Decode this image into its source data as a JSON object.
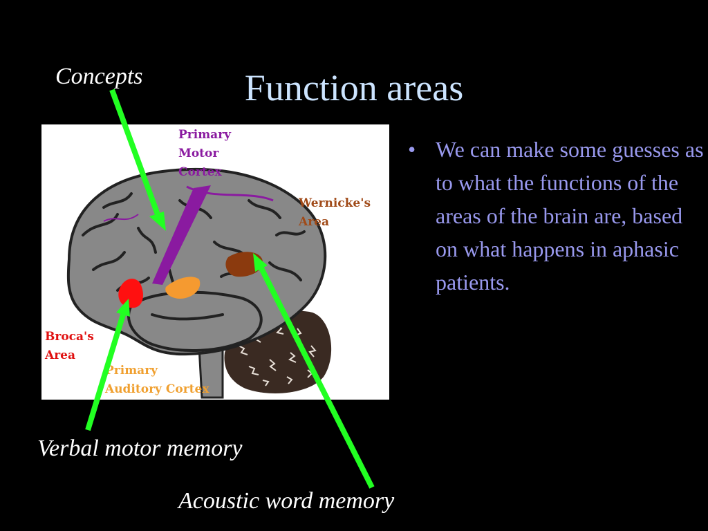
{
  "slide": {
    "title": "Function areas",
    "bullets": [
      "We can make some guesses as to what the functions of the areas of the brain are, based on what happens in aphasic patients."
    ]
  },
  "callouts": {
    "concepts": "Concepts",
    "verbal_motor_memory": "Verbal motor memory",
    "acoustic_word_memory": "Acoustic word memory"
  },
  "figure": {
    "labels": {
      "primary_motor_cortex": "Primary\nMotor\nCortex",
      "wernickes_area": "Wernicke's\nArea",
      "brocas_area": "Broca's\nArea",
      "primary_auditory_cortex": "Primary\nAuditory Cortex"
    }
  },
  "colors": {
    "background": "#000000",
    "title": "#cce4ff",
    "bullet_text": "#9999ee",
    "arrow": "#22ff22",
    "motor": "#8a1aa0",
    "wernicke": "#8b3a0e",
    "broca": "#ff1010",
    "auditory": "#f59a30"
  }
}
